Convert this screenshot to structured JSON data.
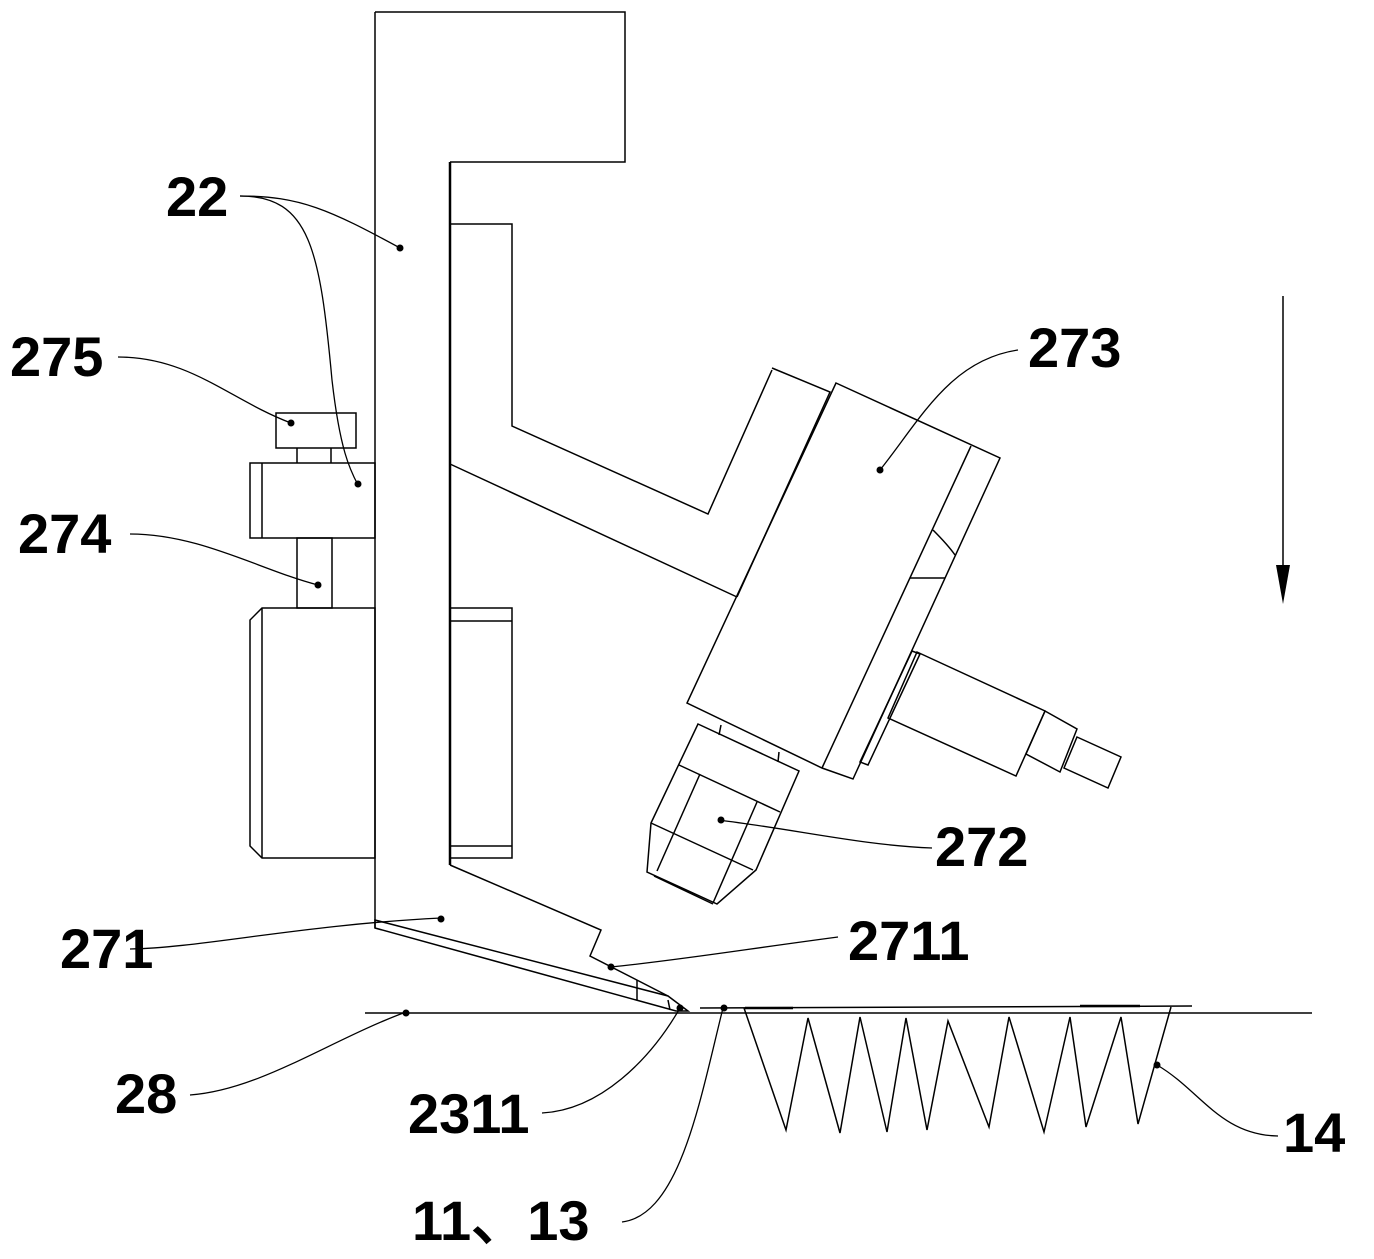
{
  "figure": {
    "type": "patent-drawing",
    "stroke_color": "#000000",
    "background": "#ffffff"
  },
  "labels": [
    {
      "id": "22",
      "text": "22"
    },
    {
      "id": "275",
      "text": "275"
    },
    {
      "id": "274",
      "text": "274"
    },
    {
      "id": "273",
      "text": "273"
    },
    {
      "id": "272",
      "text": "272"
    },
    {
      "id": "271",
      "text": "271"
    },
    {
      "id": "2711",
      "text": "2711"
    },
    {
      "id": "28",
      "text": "28"
    },
    {
      "id": "2311",
      "text": "2311"
    },
    {
      "id": "14",
      "text": "14"
    },
    {
      "id": "11_13",
      "text": "11、13"
    }
  ],
  "direction_arrow": {
    "icon": "arrow-down-icon",
    "meaning": "down"
  }
}
